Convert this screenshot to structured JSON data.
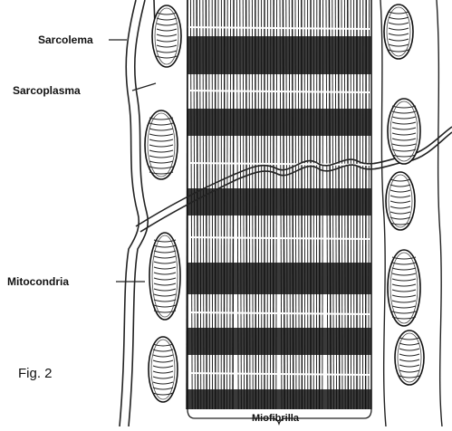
{
  "figure": {
    "caption": "Fig. 2",
    "labels": {
      "sarcolema": "Sarcolema",
      "sarcoplasma": "Sarcoplasma",
      "mitocondria": "Mitocondria",
      "miofibrilla": "Miofibrilla"
    }
  }
}
